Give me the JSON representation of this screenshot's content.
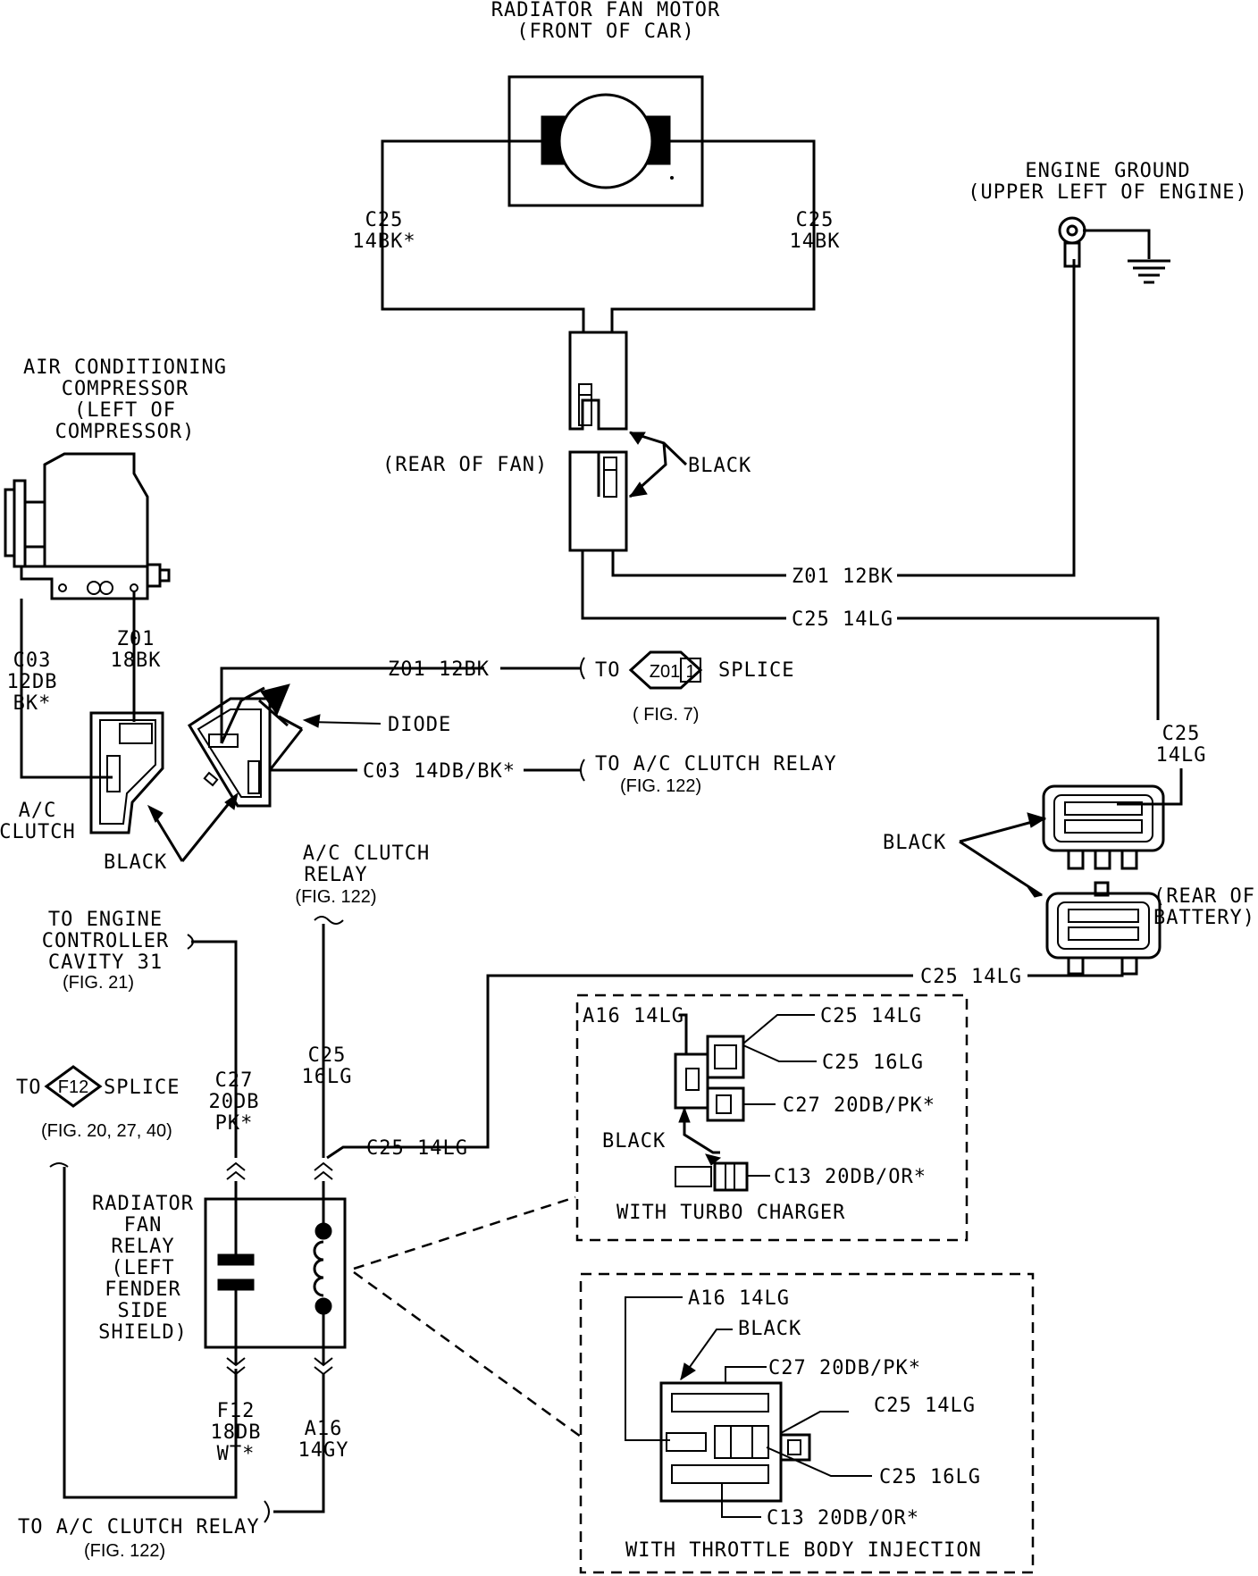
{
  "labels": {
    "fan_motor_title_1": "RADIATOR FAN MOTOR",
    "fan_motor_title_2": "(FRONT OF CAR)",
    "c25_left_1": "C25",
    "c25_left_2": "14BK*",
    "c25_right_1": "C25",
    "c25_right_2": "14BK",
    "engine_ground_1": "ENGINE GROUND",
    "engine_ground_2": "(UPPER LEFT OF ENGINE)",
    "ac_comp_1": "AIR CONDITIONING",
    "ac_comp_2": "COMPRESSOR",
    "ac_comp_3": "(LEFT OF",
    "ac_comp_4": "COMPRESSOR)",
    "rear_of_fan": "(REAR OF FAN)",
    "black_fan": "BLACK",
    "z01_12bk_fan": "Z01 12BK",
    "c25_14lg_fan": "C25 14LG",
    "c03_1": "C03",
    "c03_2": "12DB",
    "c03_3": "BK*",
    "z01_18bk_1": "Z01",
    "z01_18bk_2": "18BK",
    "ac_clutch_1": "A/C",
    "ac_clutch_2": "CLUTCH",
    "black_clutch": "BLACK",
    "z01_12bk_splice": "Z01 12BK",
    "to_splice_to": "TO",
    "to_splice_id": "Z01",
    "to_splice_pin": "1",
    "to_splice_word": "SPLICE",
    "fig7": "( FIG. 7)",
    "diode": "DIODE",
    "c03_14db": "C03 14DB/BK*",
    "to_ac_clutch_relay_top": "TO A/C CLUTCH RELAY",
    "fig122_top": "(FIG. 122)",
    "c25_14lg_right_1": "C25",
    "c25_14lg_right_2": "14LG",
    "black_battery": "BLACK",
    "rear_of_battery_1": "(REAR OF",
    "rear_of_battery_2": "BATTERY)",
    "c25_14lg_long": "C25 14LG",
    "ac_clutch_relay_1": "A/C CLUTCH",
    "ac_clutch_relay_2": "RELAY",
    "ac_clutch_relay_fig": "(FIG. 122)",
    "to_engine_ctrl_1": "TO ENGINE",
    "to_engine_ctrl_2": "CONTROLLER",
    "to_engine_ctrl_3": "CAVITY 31",
    "to_engine_ctrl_fig": "(FIG. 21)",
    "c25_16lg_1": "C25",
    "c25_16lg_2": "16LG",
    "c27_1": "C27",
    "c27_2": "20DB",
    "c27_3": "PK*",
    "to_f12_to": "TO",
    "to_f12_id": "F12",
    "to_f12_word": "SPLICE",
    "to_f12_fig": "(FIG. 20, 27, 40)",
    "c25_14lg_relay": "C25 14LG",
    "rad_fan_relay_1": "RADIATOR",
    "rad_fan_relay_2": "FAN",
    "rad_fan_relay_3": "RELAY",
    "rad_fan_relay_4": "(LEFT",
    "rad_fan_relay_5": "FENDER",
    "rad_fan_relay_6": "SIDE",
    "rad_fan_relay_7": "SHIELD)",
    "f12_1": "F12",
    "f12_2": "18DB",
    "f12_3": "WT*",
    "a16_1": "A16",
    "a16_2": "14GY",
    "to_ac_clutch_relay_bottom": "TO A/C CLUTCH RELAY",
    "fig122_bottom": "(FIG. 122)",
    "turbo_a16": "A16 14LG",
    "turbo_c25_14lg": "C25 14LG",
    "turbo_c25_16lg": "C25 16LG",
    "turbo_c27": "C27 20DB/PK*",
    "turbo_black": "BLACK",
    "turbo_c13": "C13 20DB/OR*",
    "turbo_title": "WITH TURBO CHARGER",
    "tbi_a16": "A16 14LG",
    "tbi_black": "BLACK",
    "tbi_c27": "C27 20DB/PK*",
    "tbi_c25_14lg": "C25 14LG",
    "tbi_c25_16lg": "C25 16LG",
    "tbi_c13": "C13 20DB/OR*",
    "tbi_title": "WITH THROTTLE BODY INJECTION"
  }
}
